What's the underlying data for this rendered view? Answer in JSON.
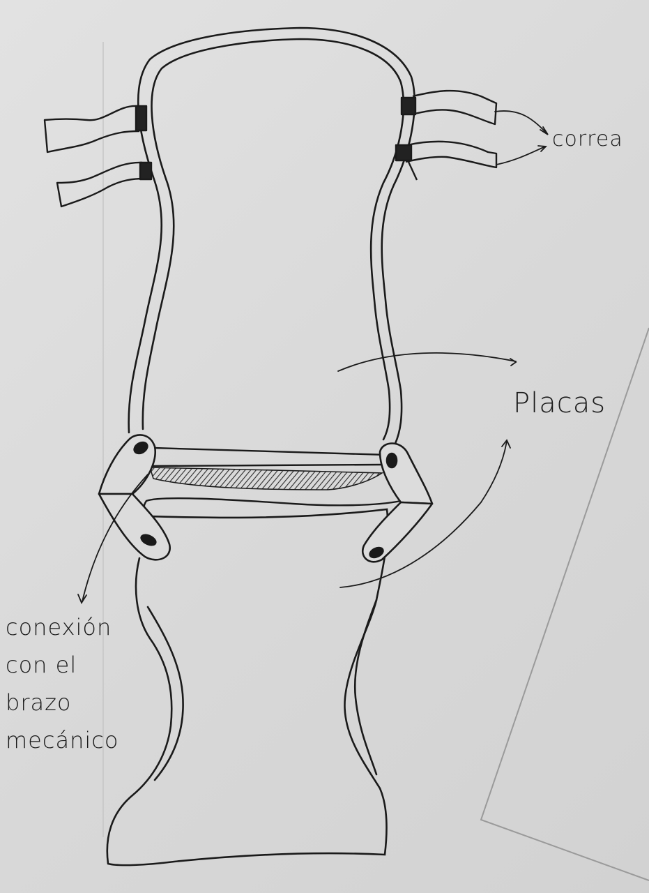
{
  "labels": {
    "correa": "correa",
    "placas": "Placas",
    "conexion": [
      "conexión",
      "con el",
      "brazo",
      "mecánico"
    ]
  },
  "colors": {
    "ink": "#1a1a1a",
    "paper": "#dcdcdc",
    "hatch": "#3a3a3a"
  }
}
